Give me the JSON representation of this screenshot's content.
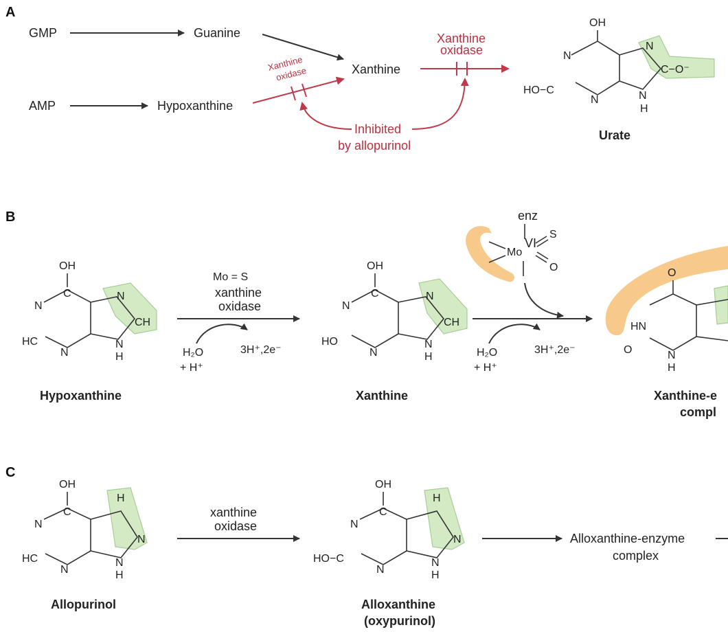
{
  "panels": {
    "a": "A",
    "b": "B",
    "c": "C"
  },
  "panel_a": {
    "gmp": "GMP",
    "amp": "AMP",
    "guanine": "Guanine",
    "hypoxanthine": "Hypoxanthine",
    "xanthine": "Xanthine",
    "xo_left_1": "Xanthine",
    "xo_left_2": "oxidase",
    "xo_right_1": "Xanthine",
    "xo_right_2": "oxidase",
    "inhibited_1": "Inhibited",
    "inhibited_2": "by allopurinol",
    "urate": "Urate",
    "urate_oh": "OH",
    "urate_o_minus": "C−O⁻",
    "urate_ho": "HO−C",
    "urate_n1": "N",
    "urate_n2": "N",
    "urate_n3": "N",
    "urate_nh": "N",
    "urate_h": "H"
  },
  "panel_b": {
    "step1_top": "Mo = S",
    "step1_mid": "xanthine",
    "step1_bot": "oxidase",
    "h2o_1": "H₂O",
    "hplus_1": "+ H⁺",
    "prod_1": "3H⁺,2e⁻",
    "h2o_2": "H₂O",
    "hplus_2": "+ H⁺",
    "prod_2": "3H⁺,2e⁻",
    "enz": "enz",
    "mo": "Mo",
    "vi": "VI",
    "s": "S",
    "o": "O",
    "label_hypox": "Hypoxanthine",
    "label_xan": "Xanthine",
    "label_complex_1": "Xanthine-e",
    "label_complex_2": "compl",
    "oh": "OH",
    "ch": "CH",
    "n": "N",
    "h": "H",
    "c": "C",
    "hc": "HC",
    "ho": "HO",
    "hn": "HN",
    "o_atom": "O"
  },
  "panel_c": {
    "step_1": "xanthine",
    "step_2": "oxidase",
    "complex_1": "Alloxanthine-enzyme",
    "complex_2": "complex",
    "label_allo": "Allopurinol",
    "label_alloxan_1": "Alloxanthine",
    "label_alloxan_2": "(oxypurinol)",
    "oh": "OH",
    "n": "N",
    "h": "H",
    "c": "C",
    "hc": "HC",
    "ho": "HO−C"
  },
  "colors": {
    "red": "#b83140",
    "highlight": "#cfe8bf",
    "enzyme": "#f7c98a"
  }
}
